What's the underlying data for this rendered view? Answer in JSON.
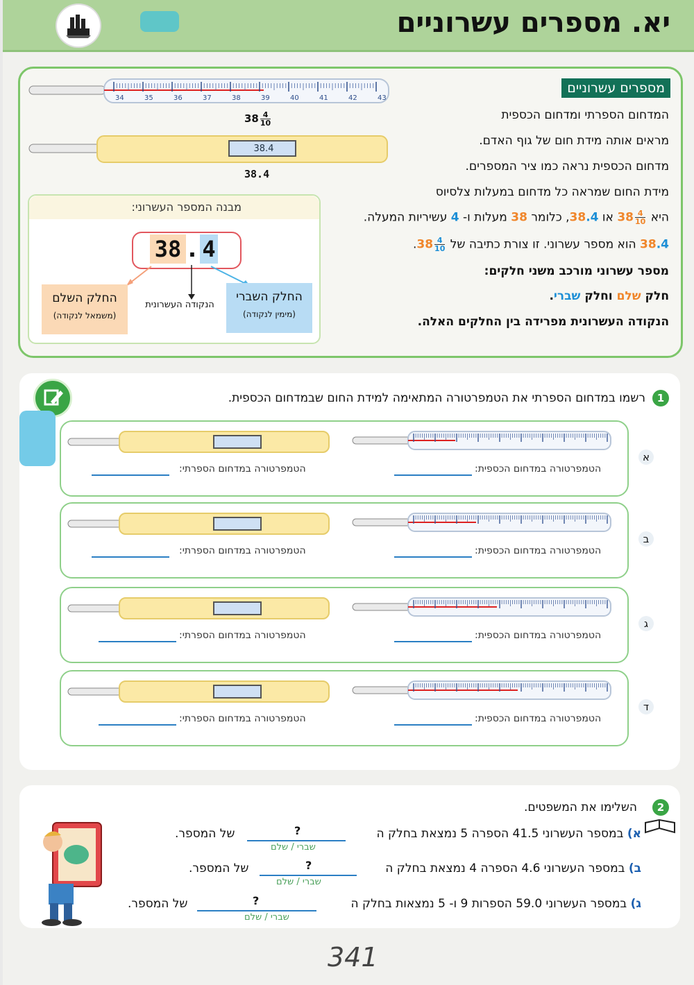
{
  "header": {
    "title": "יא. מספרים עשרוניים"
  },
  "concept": {
    "tag": "מספרים עשרוניים",
    "lines": [
      "המדחום הספרתי ומדחום הכספית",
      "מראים אותה מידת חום של גוף האדם.",
      "מדחום הכספית נראה כמו ציר המספרים.",
      "מידת החום שמראה כל מדחום במעלות צלסיוס"
    ],
    "line5_a": "היא",
    "line5_whole": "38",
    "line5_or": "או",
    "line5_b": "38.4, כלומר",
    "line5_c": "מעלות ו-",
    "line5_d": "עשיריות המעלה.",
    "line6_a": "38.4",
    "line6_b": "הוא מספר עשרוני. זו צורת כתיבה של",
    "line6_c": "38",
    "frac_num": "4",
    "frac_den": "10",
    "line7": "מספר עשרוני מורכב משני חלקים:",
    "line8_a": "חלק",
    "line8_whole": "שלם",
    "line8_b": "וחלק",
    "line8_frac": "שברי",
    "line9": "הנקודה העשרונית מפרידה בין החלקים האלה."
  },
  "thermo_top": {
    "mercury_ticks": [
      "34",
      "35",
      "36",
      "37",
      "38",
      "39",
      "40",
      "41",
      "42",
      "43"
    ],
    "mercury_label_whole": "38",
    "digital_value": "38.4",
    "digital_label": "38.4"
  },
  "anatomy": {
    "title": "מבנה המספר העשרוני:",
    "whole_digits": "38",
    "dot": ".",
    "frac_digit": "4",
    "whole_label": "החלק השלם",
    "whole_sub": "(משמאל לנקודה)",
    "point_label": "הנקודה העשרונית",
    "frac_label": "החלק השברי",
    "frac_sub": "(מימין לנקודה)"
  },
  "exercise1": {
    "badge": "1",
    "instruction": "רשמו במדחום הספרתי את הטמפרטורה המתאימה למידת החום שבמדחום הכספית.",
    "rows": [
      {
        "letter": "א",
        "mercury_label": "הטמפרטורה במדחום הכספית:",
        "digital_label": "הטמפרטורה במדחום הספרתי:"
      },
      {
        "letter": "ב",
        "mercury_label": "הטמפרטורה במדחום הכספית:",
        "digital_label": "הטמפרטורה במדחום הספרתי:"
      },
      {
        "letter": "ג",
        "mercury_label": "הטמפרטורה במדחום הכספית:",
        "digital_label": "הטמפרטורה במדחום הספרתי:"
      },
      {
        "letter": "ד",
        "mercury_label": "הטמפרטורה במדחום הכספית:",
        "digital_label": "הטמפרטורה במדחום הספרתי:"
      }
    ]
  },
  "exercise2": {
    "badge": "2",
    "instruction": "השלימו את המשפטים.",
    "items": [
      {
        "letter": "א)",
        "text": "במספר העשרוני 41.5 הספרה 5 נמצאת בחלק ה",
        "end": "של המספר.",
        "q": "?",
        "hint": "שברי / שלם"
      },
      {
        "letter": "ב)",
        "text": "במספר העשרוני 4.6 הספרה 4 נמצאת בחלק ה",
        "end": "של המספר.",
        "q": "?",
        "hint": "שברי / שלם"
      },
      {
        "letter": "ג)",
        "text": "במספר העשרוני 59.0 הספרות 9 ו- 5 נמצאות בחלק ה",
        "end": "של המספר.",
        "q": "?",
        "hint": "שברי / שלם"
      }
    ]
  },
  "page_number": "341"
}
